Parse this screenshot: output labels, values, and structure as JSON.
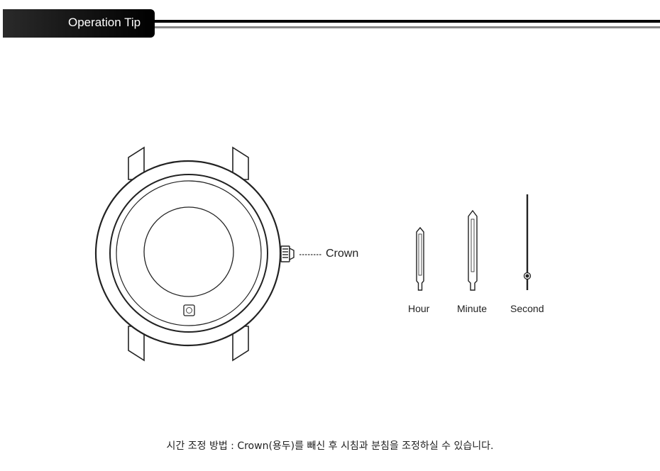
{
  "header": {
    "title": "Operation Tip"
  },
  "diagram": {
    "crown_label": "Crown",
    "hands": [
      {
        "label": "Hour"
      },
      {
        "label": "Minute"
      },
      {
        "label": "Second"
      }
    ]
  },
  "caption": "시간 조정 방법 : Crown(용두)를 빼신 후 시침과 분침을 조정하실 수 있습니다."
}
